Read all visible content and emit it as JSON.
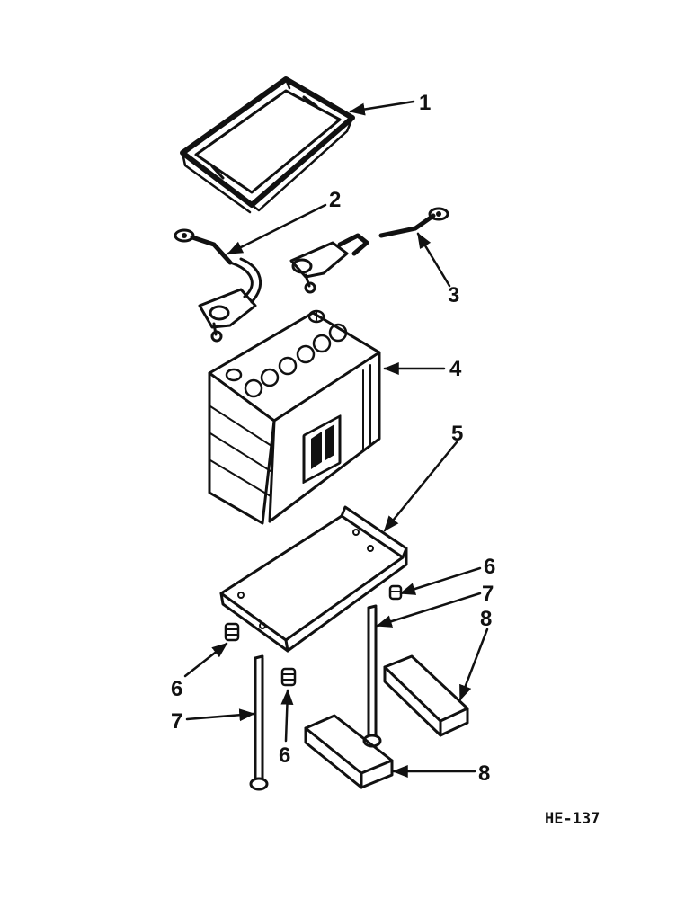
{
  "diagram": {
    "callouts": {
      "c1": "1",
      "c2": "2",
      "c3": "3",
      "c4": "4",
      "c5": "5",
      "c6a": "6",
      "c7a": "7",
      "c8a": "8",
      "c6b": "6",
      "c7b": "7",
      "c6c": "6",
      "c8b": "8"
    },
    "reference_code": "HE-137"
  }
}
